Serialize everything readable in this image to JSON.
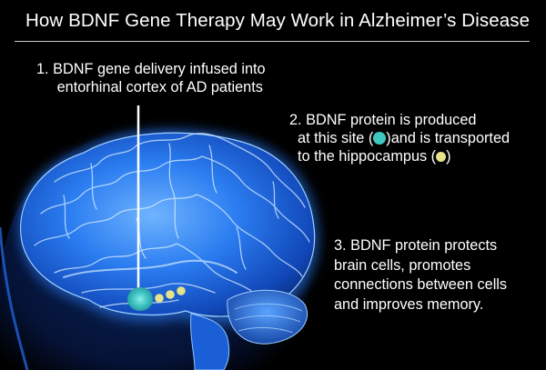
{
  "title": "How BDNF Gene Therapy May Work in Alzheimer’s Disease",
  "steps": [
    {
      "lines": [
        "1.  BDNF gene delivery infused into",
        "     entorhinal cortex of AD patients"
      ]
    },
    {
      "lines": [
        "2.  BDNF protein is produced",
        "  at this site (",
        ")and is transported",
        "  to the hippocampus (",
        ")"
      ]
    },
    {
      "lines": [
        "3.  BDNF protein protects",
        "brain cells, promotes",
        "connections between cells",
        "and improves memory."
      ]
    }
  ],
  "colors": {
    "background": "#000000",
    "brain_glow": "#1f6fe8",
    "injection_site": "#3fc6c0",
    "hippocampus_dots": "#e6e38a"
  }
}
